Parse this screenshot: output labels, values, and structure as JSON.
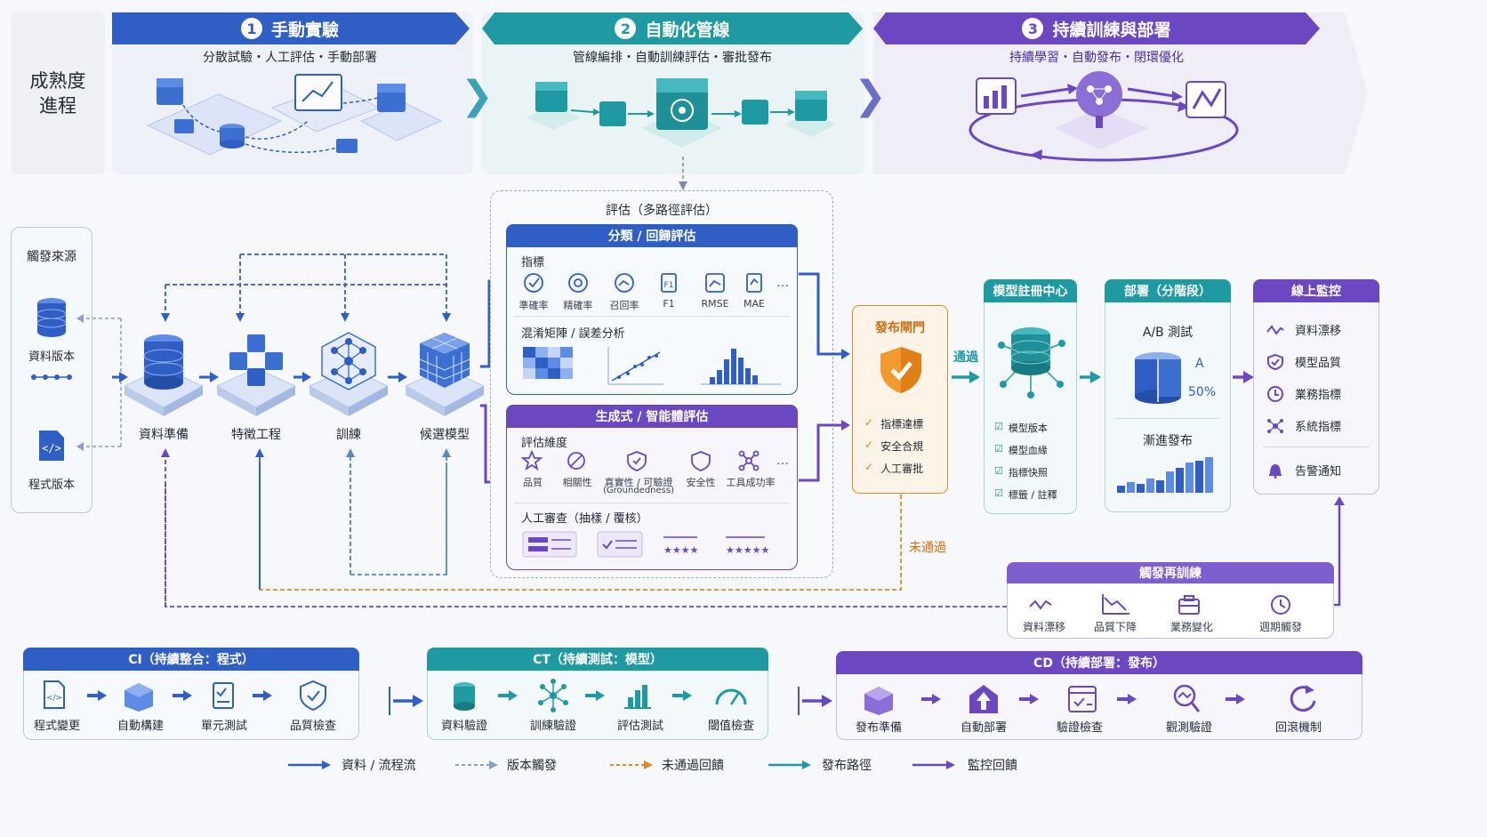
{
  "maturity": {
    "label_line1": "成熟度",
    "label_line2": "進程"
  },
  "stages": [
    {
      "num": "1",
      "title": "手動實驗",
      "subtitle": "分散試驗・人工評估・手動部署",
      "color": "#2f5fc4"
    },
    {
      "num": "2",
      "title": "自動化管線",
      "subtitle": "管線編排・自動訓練評估・審批發布",
      "color": "#1f9aa3"
    },
    {
      "num": "3",
      "title": "持續訓練與部署",
      "subtitle": "持續學習・自動發布・閉環優化",
      "color": "#6b47c2"
    }
  ],
  "triggers": {
    "title": "觸發來源",
    "data_version": "資料版本",
    "code_version": "程式版本"
  },
  "pipeline": [
    "資料準備",
    "特徵工程",
    "訓練",
    "候選模型"
  ],
  "evaluation": {
    "title": "評估（多路徑評估）",
    "classreg": {
      "title": "分類 / 回歸評估",
      "metrics_label": "指標",
      "metrics": [
        "準確率",
        "精確率",
        "召回率",
        "F1",
        "RMSE",
        "MAE"
      ],
      "confusion_label": "混淆矩陣 / 誤差分析"
    },
    "genai": {
      "title": "生成式 / 智能體評估",
      "dims_label": "評估維度",
      "dims": [
        "品質",
        "相關性",
        "真實性 / 可驗證",
        "安全性",
        "工具成功率"
      ],
      "grounded": "(Groundedness)",
      "human_label": "人工審查（抽樣 / 覆核）"
    }
  },
  "gate": {
    "title": "發布閘門",
    "items": [
      "指標達標",
      "安全合規",
      "人工審批"
    ],
    "pass": "通過",
    "fail": "未通過"
  },
  "registry": {
    "title": "模型註冊中心",
    "items": [
      "模型版本",
      "模型血緣",
      "指標快照",
      "標籤 / 註釋"
    ]
  },
  "deploy": {
    "title": "部署（分階段）",
    "ab": "A/B 測試",
    "ab_a": "A",
    "ab_pct": "50%",
    "progressive": "漸進發布"
  },
  "monitor": {
    "title": "線上監控",
    "items": [
      "資料漂移",
      "模型品質",
      "業務指標",
      "系統指標"
    ],
    "alert": "告警通知"
  },
  "retrain": {
    "title": "觸發再訓練",
    "items": [
      "資料漂移",
      "品質下降",
      "業務變化",
      "週期觸發"
    ]
  },
  "ci": {
    "title": "CI（持續整合：程式）",
    "steps": [
      "程式變更",
      "自動構建",
      "單元測試",
      "品質檢查"
    ]
  },
  "ct": {
    "title": "CT（持續測試：模型）",
    "steps": [
      "資料驗證",
      "訓練驗證",
      "評估測試",
      "閾值檢查"
    ]
  },
  "cd": {
    "title": "CD（持續部署：發布）",
    "steps": [
      "發布準備",
      "自動部署",
      "驗證檢查",
      "觀測驗證",
      "回滾機制"
    ]
  },
  "legend": [
    {
      "label": "資料 / 流程流",
      "color": "#2f5fc4",
      "style": "solid"
    },
    {
      "label": "版本觸發",
      "color": "#8aa0c8",
      "style": "dashed"
    },
    {
      "label": "未通過回饋",
      "color": "#e0892b",
      "style": "dashed"
    },
    {
      "label": "發布路徑",
      "color": "#1f9aa3",
      "style": "solid"
    },
    {
      "label": "監控回饋",
      "color": "#6b47c2",
      "style": "solid"
    }
  ],
  "colors": {
    "blue": "#2f5fc4",
    "teal": "#1f9aa3",
    "purple": "#6b47c2",
    "orange": "#e0892b"
  }
}
